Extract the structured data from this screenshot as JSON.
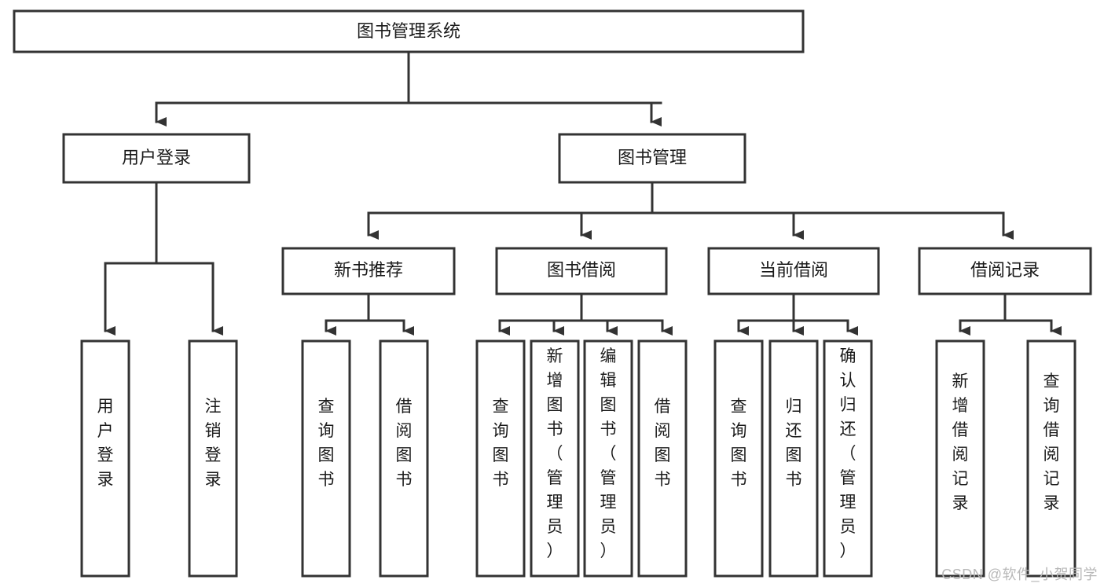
{
  "diagram": {
    "title": "图书管理系统",
    "type": "hierarchy-tree",
    "watermark": "CSDN @软件_小贺同学",
    "colors": {
      "box_stroke": "#333333",
      "box_fill": "#ffffff",
      "text": "#1a1a1a",
      "watermark": "#b8b8b8",
      "background": "#ffffff"
    },
    "nodes": {
      "root": {
        "label": "图书管理系统"
      },
      "level2": [
        {
          "id": "user-login",
          "label": "用户登录"
        },
        {
          "id": "book-manage",
          "label": "图书管理"
        }
      ],
      "level3": [
        {
          "id": "new-book-recommend",
          "label": "新书推荐",
          "parent": "book-manage"
        },
        {
          "id": "book-borrow",
          "label": "图书借阅",
          "parent": "book-manage"
        },
        {
          "id": "current-borrow",
          "label": "当前借阅",
          "parent": "book-manage"
        },
        {
          "id": "borrow-record",
          "label": "借阅记录",
          "parent": "book-manage"
        }
      ],
      "leaves": {
        "user-login": [
          {
            "id": "leaf-user-login",
            "label": "用户登录"
          },
          {
            "id": "leaf-logout-login",
            "label": "注销登录"
          }
        ],
        "new-book-recommend": [
          {
            "id": "leaf-query-book-1",
            "label": "查询图书"
          },
          {
            "id": "leaf-borrow-book-1",
            "label": "借阅图书"
          }
        ],
        "book-borrow": [
          {
            "id": "leaf-query-book-2",
            "label": "查询图书"
          },
          {
            "id": "leaf-add-book",
            "label": "新增图书（管理员）"
          },
          {
            "id": "leaf-edit-book",
            "label": "编辑图书（管理员）"
          },
          {
            "id": "leaf-borrow-book-2",
            "label": "借阅图书"
          }
        ],
        "current-borrow": [
          {
            "id": "leaf-query-book-3",
            "label": "查询图书"
          },
          {
            "id": "leaf-return-book",
            "label": "归还图书"
          },
          {
            "id": "leaf-confirm-return",
            "label": "确认归还（管理员）"
          }
        ],
        "borrow-record": [
          {
            "id": "leaf-add-record",
            "label": "新增借阅记录"
          },
          {
            "id": "leaf-query-record",
            "label": "查询借阅记录"
          }
        ]
      }
    }
  }
}
